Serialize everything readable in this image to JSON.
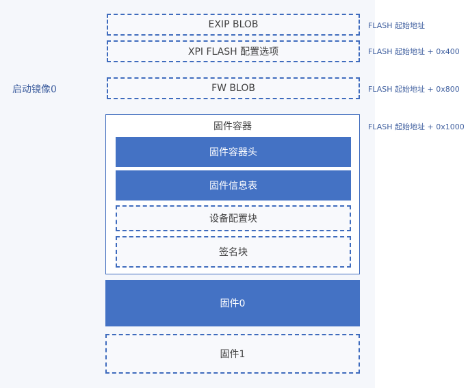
{
  "boot_image_label": "启动镜像0",
  "blocks": {
    "exip_blob": "EXIP BLOB",
    "xpi_flash_config": "XPI FLASH 配置选项",
    "fw_blob": "FW BLOB",
    "firmware_container": "固件容器",
    "container_header": "固件容器头",
    "firmware_info_table": "固件信息表",
    "device_config_block": "设备配置块",
    "signature_block": "签名块",
    "firmware0": "固件0",
    "firmware1": "固件1"
  },
  "offsets": {
    "exip": "FLASH 起始地址",
    "xpi": "FLASH 起始地址 + 0x400",
    "fw": "FLASH 起始地址 + 0x800",
    "container": "FLASH 起始地址 + 0x1000"
  },
  "colors": {
    "accent": "#4472c4",
    "border": "#3e6bbd"
  }
}
